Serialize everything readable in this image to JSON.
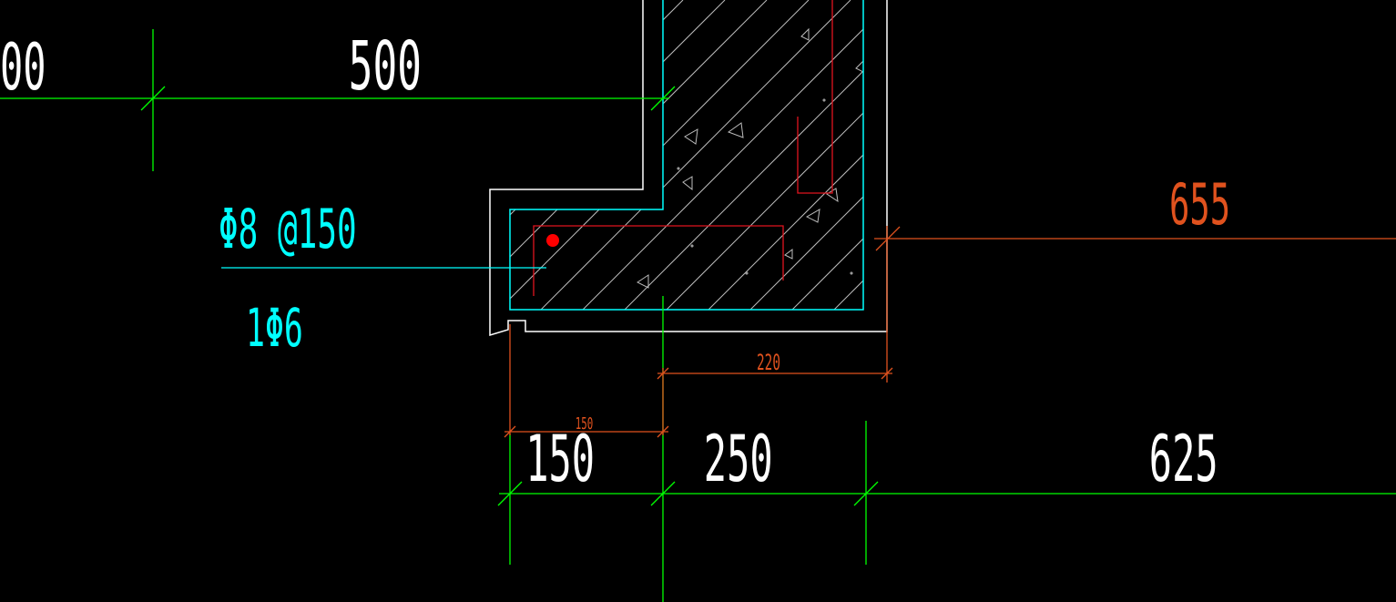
{
  "colors": {
    "background": "#000000",
    "outline": "#ffffff",
    "cover_line": "#00ffff",
    "dimension_green": "#00ff00",
    "dimension_orange": "#e0521e",
    "rebar_red": "#e0141e",
    "hatch": "#c0c0c0",
    "annotation_cyan": "#00ffff"
  },
  "dimensions": {
    "top_partial": "00",
    "top_500": "500",
    "right_655": "655",
    "small_220": "220",
    "small_150": "150",
    "bottom_150": "150",
    "bottom_250": "250",
    "bottom_625": "625"
  },
  "rebar_labels": {
    "stirrup": "Φ8 @150",
    "bar": "1Φ6"
  }
}
